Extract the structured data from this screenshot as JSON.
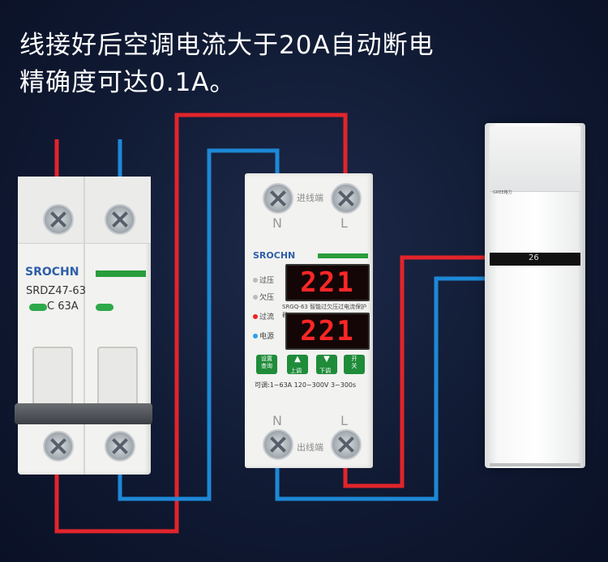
{
  "headline": {
    "line1": "线接好后空调电流大于20A自动断电",
    "line2": "精确度可达0.1A。"
  },
  "breaker": {
    "brand": "SROCHN",
    "model": "SRDZ47-63",
    "rating": "C 63A"
  },
  "protector": {
    "brand": "SROCHN",
    "input_label": "进线端",
    "output_label": "出线端",
    "terminal_n": "N",
    "terminal_l": "L",
    "display_top": "221",
    "display_bottom": "221",
    "indicators": {
      "over_voltage": "过压",
      "under_voltage": "欠压",
      "over_current": "过流",
      "power": "电源"
    },
    "subtitle": "SRGQ-63 智能过欠压过电流保护器",
    "buttons": {
      "set": "设置\n查询",
      "up": "上调",
      "down": "下调",
      "switch": "开\n关"
    },
    "spec": "可调:1~63A  120~300V  3~300s"
  },
  "aircon": {
    "logo": "GREE格力",
    "readout": "26"
  },
  "colors": {
    "background": "#101a33",
    "live_wire": "#e2242b",
    "neutral_wire": "#1e88d6",
    "brand_blue": "#2e5fa8",
    "brand_green": "#2a9d3c",
    "display_red": "#ff2626"
  }
}
